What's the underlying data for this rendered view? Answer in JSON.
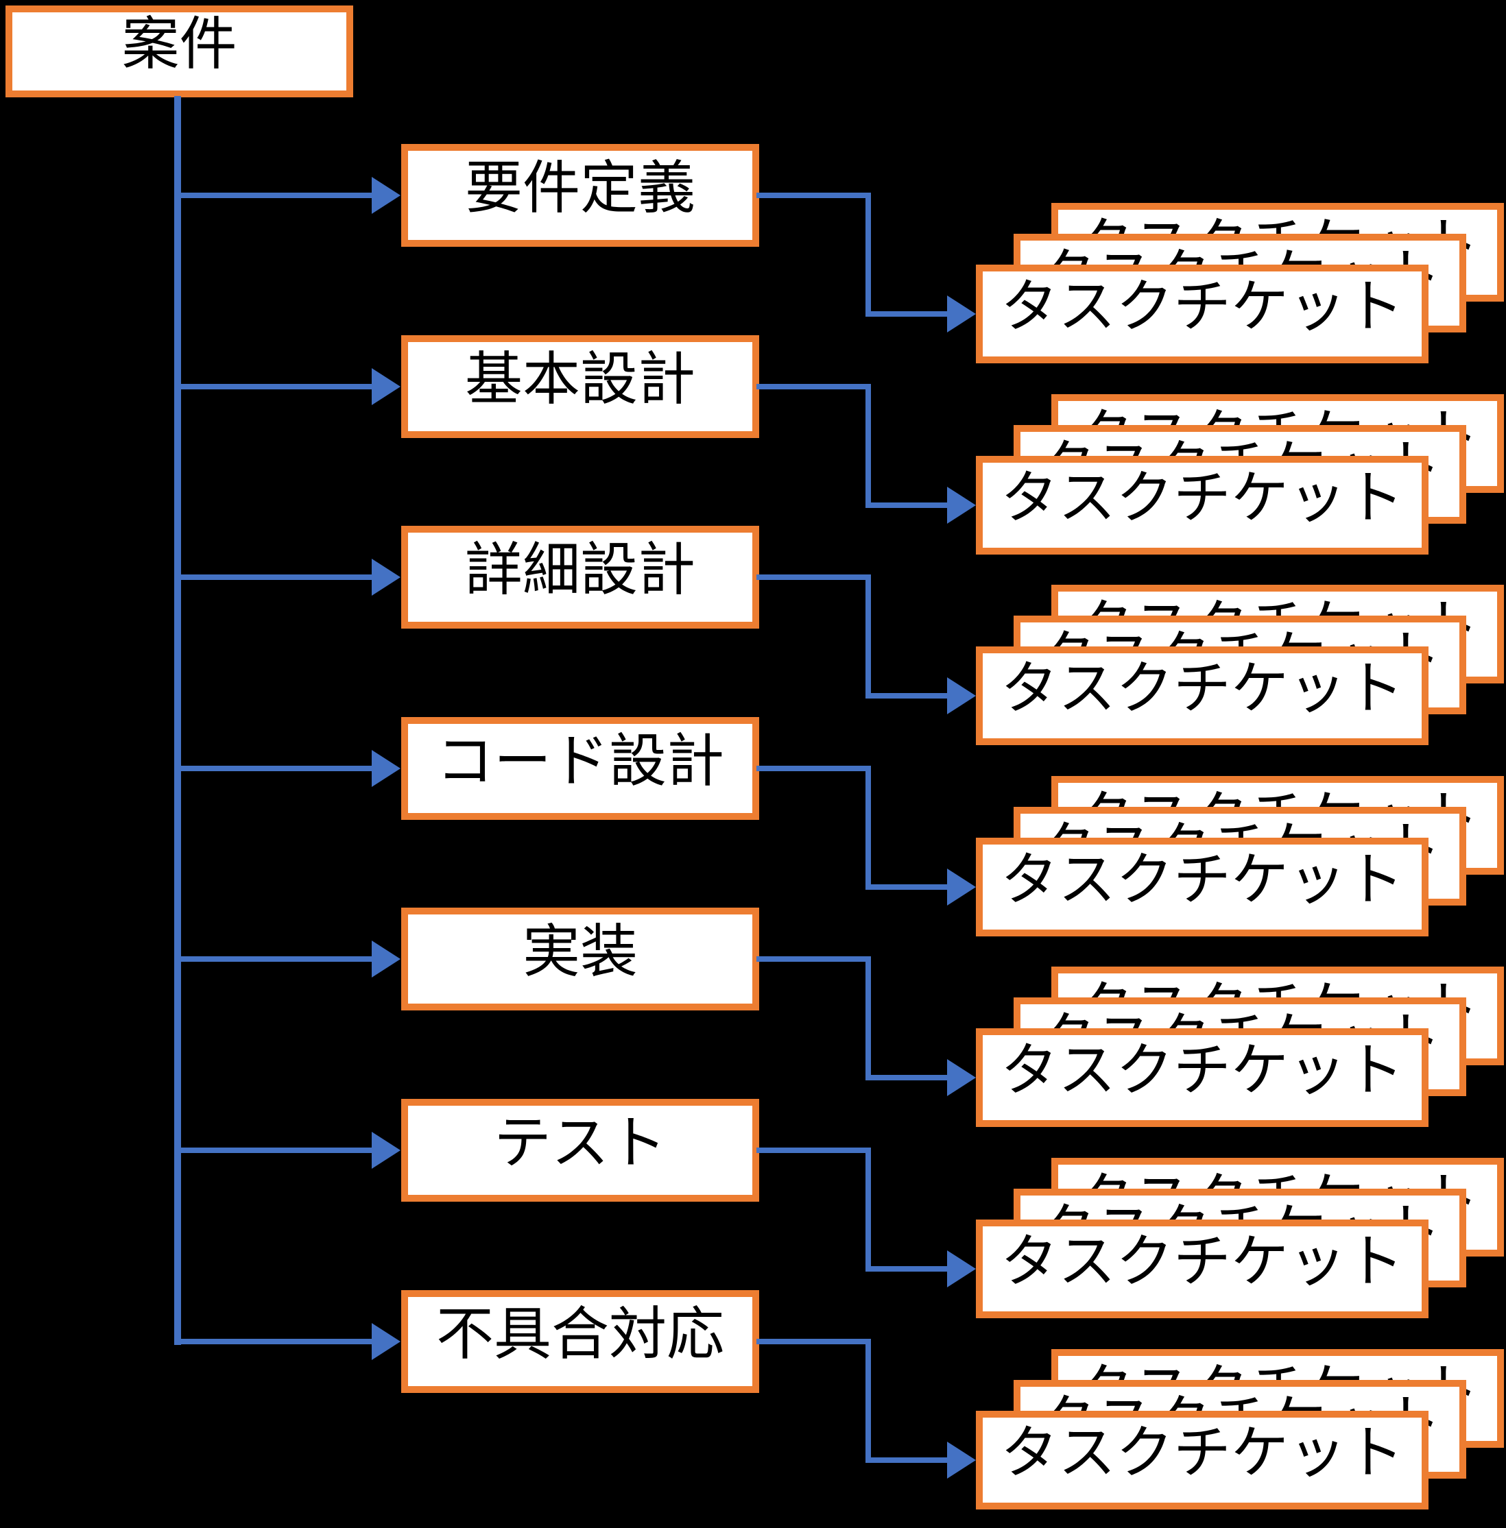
{
  "diagram": {
    "title_node": {
      "label": "案件"
    },
    "phases": [
      {
        "label": "要件定義"
      },
      {
        "label": "基本設計"
      },
      {
        "label": "詳細設計"
      },
      {
        "label": "コード設計"
      },
      {
        "label": "実装"
      },
      {
        "label": "テスト"
      },
      {
        "label": "不具合対応"
      }
    ],
    "ticket": {
      "label": "タスクチケット",
      "stack_count": 3
    },
    "colors": {
      "background": "#000000",
      "box_fill": "#FFFFFF",
      "box_border": "#ED7D31",
      "connector": "#4472C4",
      "text": "#000000"
    }
  }
}
